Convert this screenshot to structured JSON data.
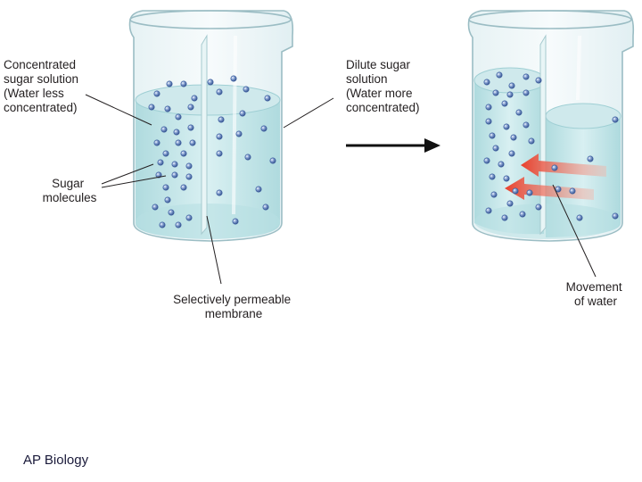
{
  "labels": {
    "concentrated": [
      "Concentrated",
      "sugar solution",
      "(Water less",
      "concentrated)"
    ],
    "dilute": [
      "Dilute sugar",
      "solution",
      "(Water more",
      "concentrated)"
    ],
    "sugar_molecules": [
      "Sugar",
      "molecules"
    ],
    "membrane": [
      "Selectively permeable",
      "membrane"
    ],
    "movement": [
      "Movement",
      "of water"
    ]
  },
  "footer": "AP Biology",
  "colors": {
    "water": "#bfe3e6",
    "glass": "#9bbdc4",
    "molecule": "#3d5f9e",
    "arrow_red": "#e8402c",
    "text": "#231f20"
  },
  "icons": {
    "process_arrow": "right-arrow-icon",
    "water_flow": "red-flow-arrow-icon"
  }
}
